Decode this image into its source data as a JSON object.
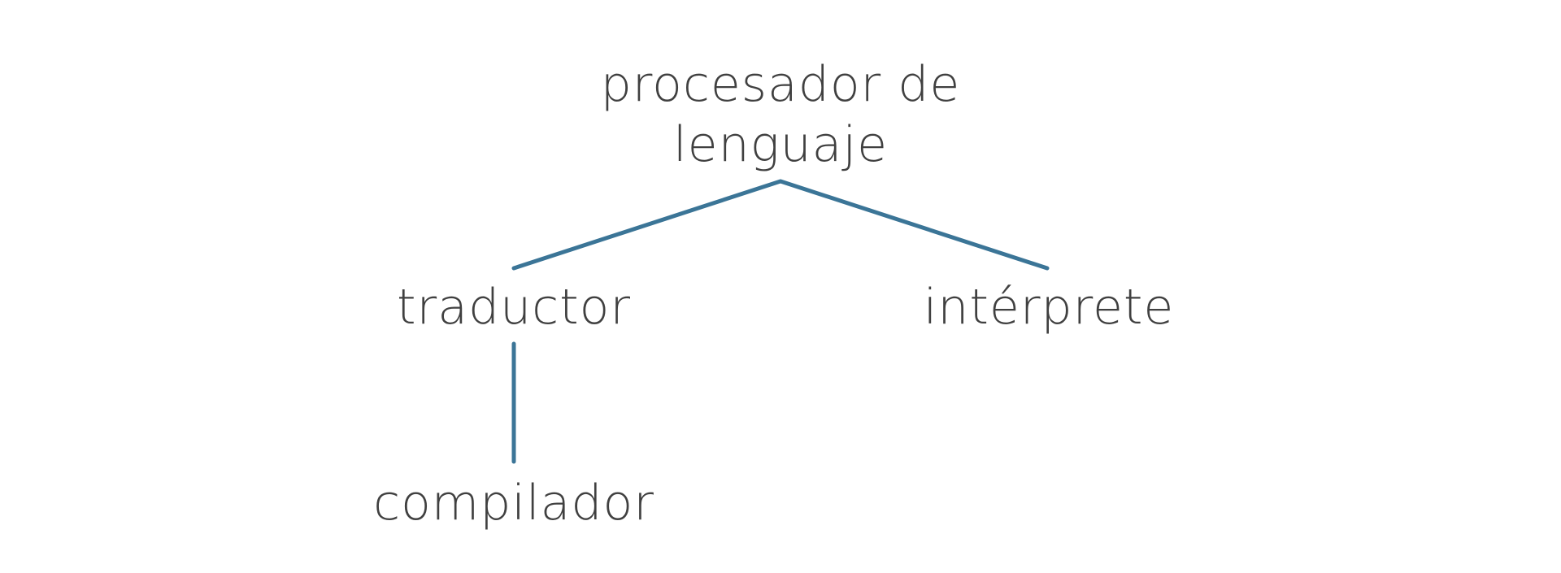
{
  "diagram": {
    "root": {
      "line1": "procesador de",
      "line2": "lenguaje"
    },
    "translator": "traductor",
    "interpreter": "intérprete",
    "compiler": "compilador",
    "connector_color": "#3b7597",
    "text_color": "#404040"
  }
}
